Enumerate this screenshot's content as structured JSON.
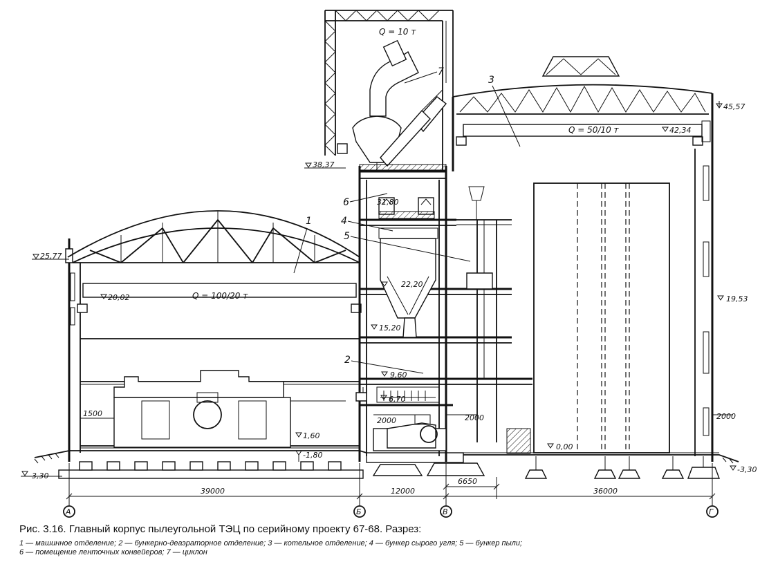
{
  "drawing": {
    "cranes": {
      "cyclone_crane": "Q = 10 т",
      "boiler_crane": "Q = 50/10 т",
      "turbine_crane": "Q = 100/20 т"
    },
    "elevations": {
      "e4557": "45,57",
      "e4234": "42,34",
      "e3837": "38,37",
      "e3180": "31,80",
      "e2577": "25,77",
      "e2220": "22,20",
      "e2002": "20,02",
      "e1953": "19,53",
      "e1520": "15,20",
      "e960": "9,60",
      "e670": "6,70",
      "e160": "1,60",
      "e180": "-1,80",
      "e000": "0,00",
      "e330l": "-3,30",
      "e330r": "-3,30"
    },
    "dimensions": {
      "span_ab": "39000",
      "span_bv": "12000",
      "span_vx": "6650",
      "span_vg": "36000",
      "d1500": "1500",
      "d2000a": "2000",
      "d2000b": "2000",
      "d2000c": "2000"
    },
    "axes": {
      "a": "А",
      "b": "Б",
      "v": "В",
      "g": "Г"
    },
    "callouts": {
      "c1": "1",
      "c2": "2",
      "c3": "3",
      "c4": "4",
      "c5": "5",
      "c6": "6",
      "c7": "7"
    }
  },
  "caption": {
    "title": "Рис. 3.16. Главный корпус пылеугольной ТЭЦ по серийному проекту 67-68. Разрез:",
    "legend_line1": "1 — машинное отделение; 2 — бункерно-деаэраторное отделение; 3 — котельное отделение; 4 — бункер сырого угля; 5 — бункер пыли;",
    "legend_line2": "6 — помещение ленточных конвейеров; 7 — циклон"
  }
}
